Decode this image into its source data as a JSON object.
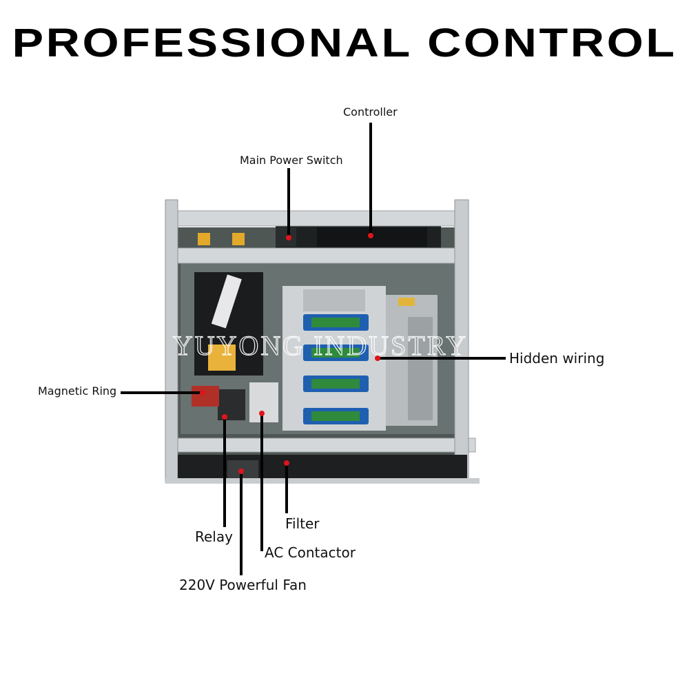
{
  "headline": "PROFESSIONAL CONTROL",
  "watermark": "YUYONG INDUSTRY",
  "labels": {
    "controller": "Controller",
    "main_power_switch": "Main Power Switch",
    "hidden_wiring": "Hidden wiring",
    "magnetic_ring": "Magnetic Ring",
    "filter": "Filter",
    "relay": "Relay",
    "ac_contactor": "AC Contactor",
    "fan": "220V Powerful Fan"
  },
  "colors": {
    "frame": "#c9ccce",
    "frame_dark": "#8e9396",
    "cabinet_bg": "#5d6663",
    "dark_panel": "#1e2122",
    "driver_blue": "#1f5fb0",
    "psu_silver": "#b8bcbf",
    "marker_red": "#e0141b",
    "text": "#111111"
  }
}
